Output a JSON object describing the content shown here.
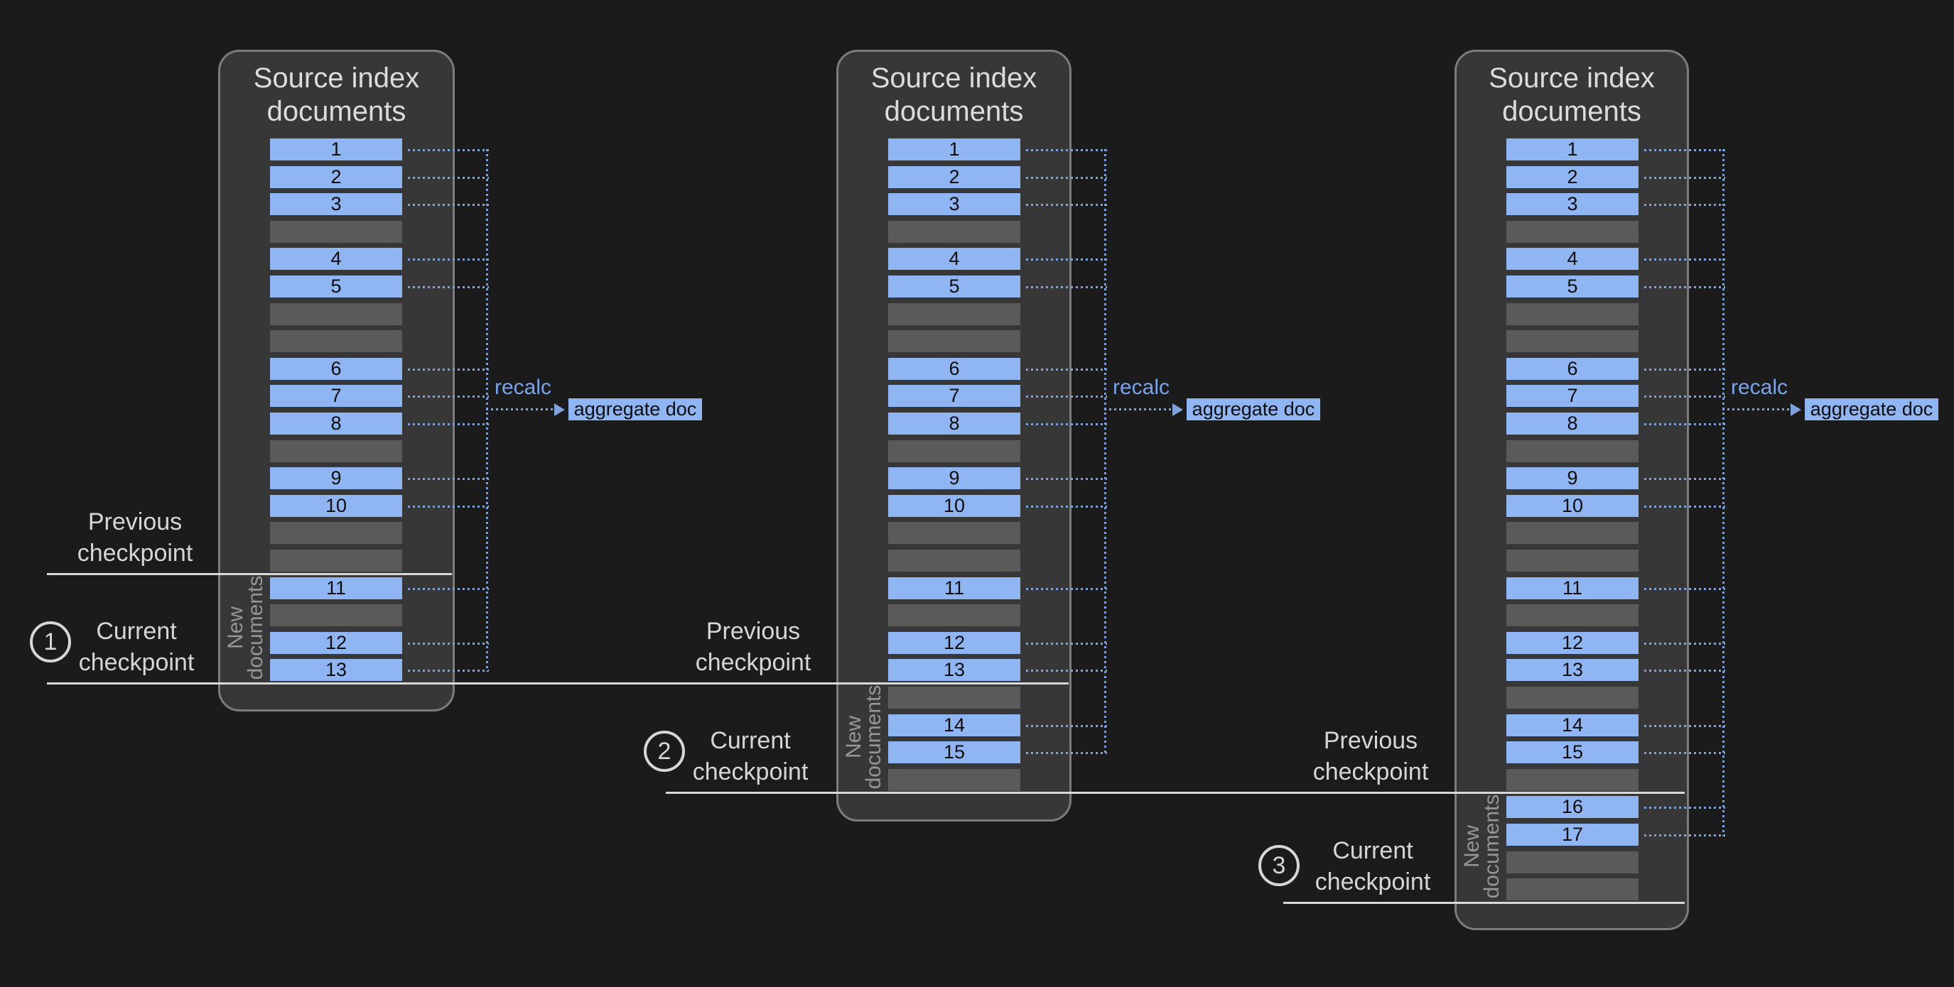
{
  "colors": {
    "page_bg": "#1b1b1b",
    "panel_bg": "#373737",
    "panel_border": "#7c7c7c",
    "doc_blue": "#8fb5f2",
    "doc_empty_gray": "#5a5a5a",
    "doc_number_text": "#0d0d0d",
    "connector_blue": "#7fa3dc",
    "recalc_text_blue": "#79a4ea",
    "checkpoint_line": "#d8d8d8",
    "label_text": "#d6d6d6",
    "new_docs_text": "#969696"
  },
  "panels": [
    {
      "title_line1": "Source index",
      "title_line2": "documents",
      "recalc_label": "recalc",
      "aggregate_label": "aggregate doc",
      "new_docs_line1": "New",
      "new_docs_line2": "documents",
      "slots": [
        "1",
        "2",
        "3",
        "",
        "4",
        "5",
        "",
        "",
        "6",
        "7",
        "8",
        "",
        "9",
        "10",
        "",
        "",
        "11",
        "",
        "12",
        "13"
      ]
    },
    {
      "title_line1": "Source index",
      "title_line2": "documents",
      "recalc_label": "recalc",
      "aggregate_label": "aggregate doc",
      "new_docs_line1": "New",
      "new_docs_line2": "documents",
      "slots": [
        "1",
        "2",
        "3",
        "",
        "4",
        "5",
        "",
        "",
        "6",
        "7",
        "8",
        "",
        "9",
        "10",
        "",
        "",
        "11",
        "",
        "12",
        "13",
        "",
        "14",
        "15",
        ""
      ]
    },
    {
      "title_line1": "Source index",
      "title_line2": "documents",
      "recalc_label": "recalc",
      "aggregate_label": "aggregate doc",
      "new_docs_line1": "New",
      "new_docs_line2": "documents",
      "slots": [
        "1",
        "2",
        "3",
        "",
        "4",
        "5",
        "",
        "",
        "6",
        "7",
        "8",
        "",
        "9",
        "10",
        "",
        "",
        "11",
        "",
        "12",
        "13",
        "",
        "14",
        "15",
        "",
        "16",
        "17",
        "",
        ""
      ]
    }
  ],
  "checkpoint_labels": [
    {
      "kind": "previous",
      "line1": "Previous",
      "line2": "checkpoint"
    },
    {
      "kind": "current",
      "number": "1",
      "line1": "Current",
      "line2": "checkpoint"
    },
    {
      "kind": "previous",
      "line1": "Previous",
      "line2": "checkpoint"
    },
    {
      "kind": "current",
      "number": "2",
      "line1": "Current",
      "line2": "checkpoint"
    },
    {
      "kind": "previous",
      "line1": "Previous",
      "line2": "checkpoint"
    },
    {
      "kind": "current",
      "number": "3",
      "line1": "Current",
      "line2": "checkpoint"
    }
  ]
}
